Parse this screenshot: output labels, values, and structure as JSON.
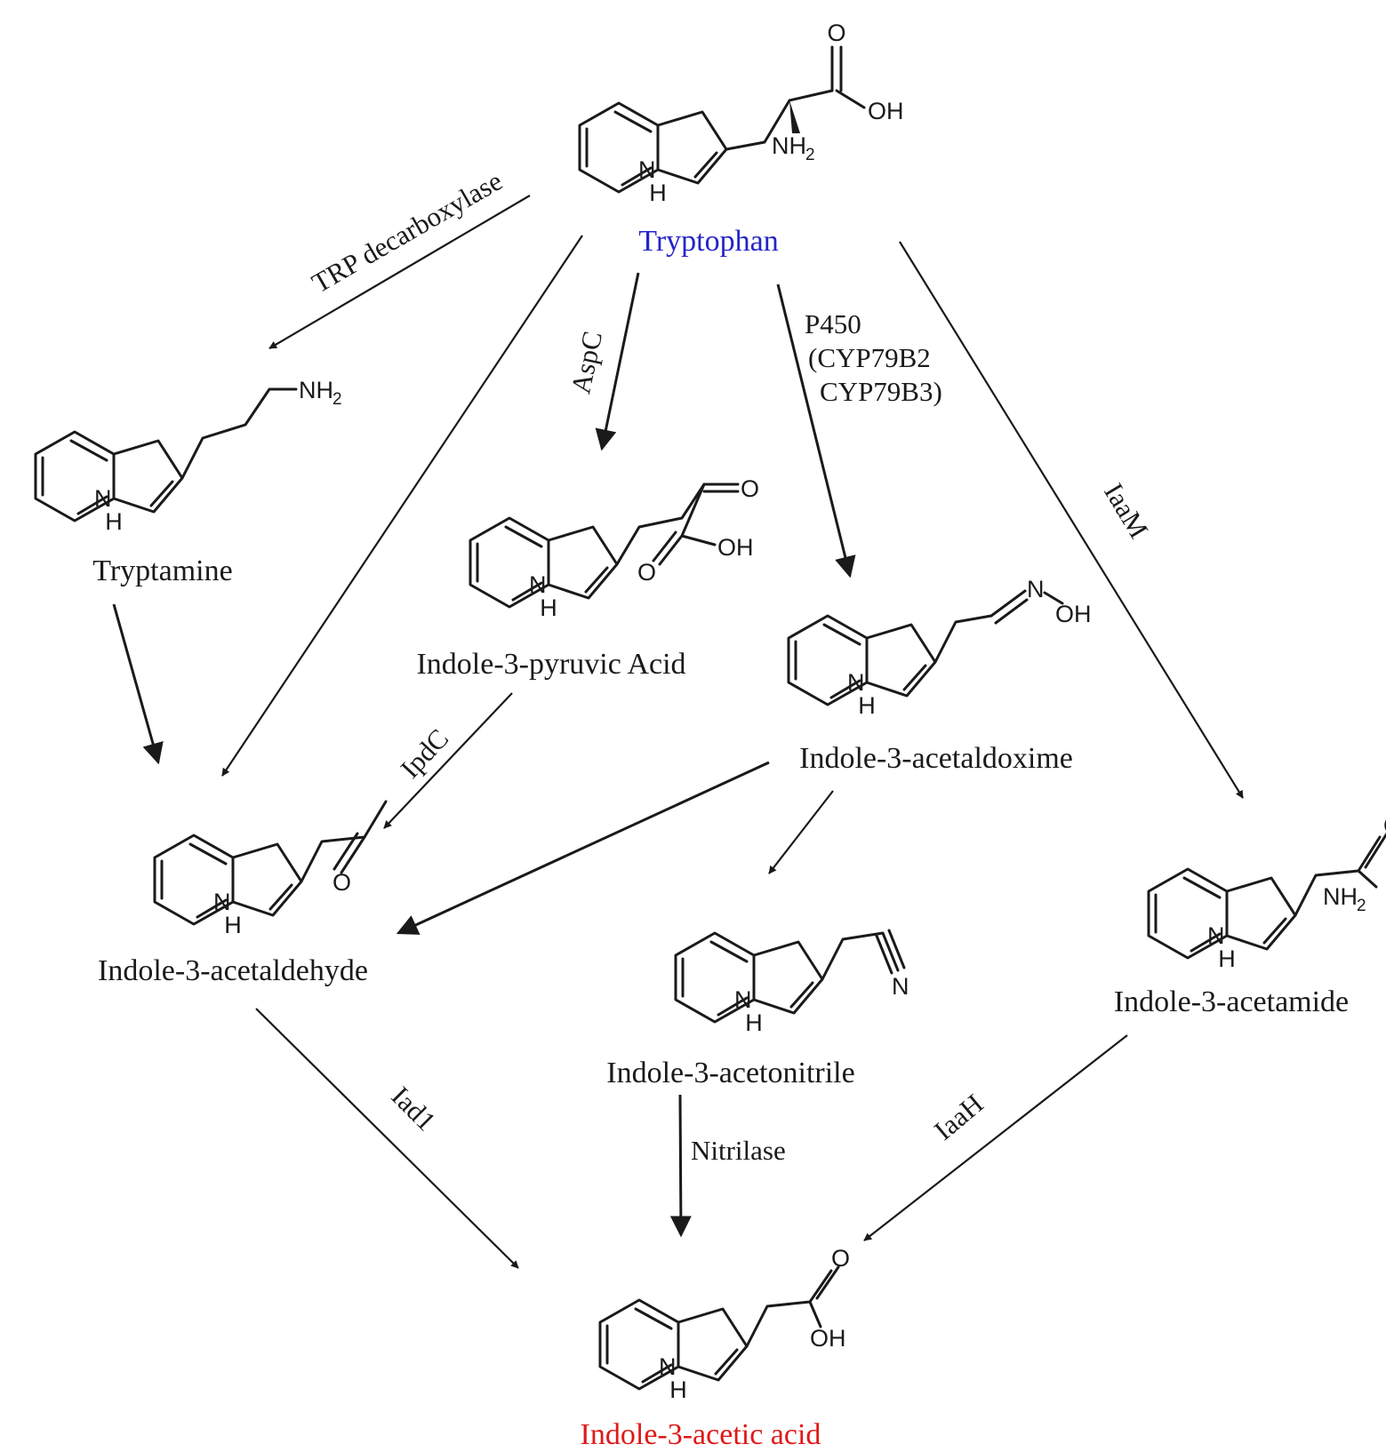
{
  "compounds": {
    "tryptophan": {
      "name": "Tryptophan",
      "color": "#2424c8",
      "atoms": {
        "nh": "H",
        "n": "N",
        "carbonyl_o": "O",
        "oh": "OH",
        "nh2": "NH",
        "nh2_sub": "2"
      }
    },
    "tryptamine": {
      "name": "Tryptamine",
      "atoms": {
        "nh": "H",
        "n": "N",
        "nh2": "NH",
        "nh2_sub": "2"
      }
    },
    "ipa": {
      "name": "Indole-3-pyruvic Acid",
      "atoms": {
        "nh": "H",
        "n": "N",
        "keto_o": "O",
        "acid_o": "O",
        "oh": "OH"
      }
    },
    "iaox": {
      "name": "Indole-3-acetaldoxime",
      "atoms": {
        "nh": "H",
        "n": "N",
        "oxime_n": "N",
        "oh": "OH"
      }
    },
    "iaald": {
      "name": "Indole-3-acetaldehyde",
      "atoms": {
        "nh": "H",
        "n": "N",
        "o": "O"
      }
    },
    "ian": {
      "name": "Indole-3-acetonitrile",
      "atoms": {
        "nh": "H",
        "n": "N",
        "nitrile_n": "N"
      }
    },
    "iam": {
      "name": "Indole-3-acetamide",
      "atoms": {
        "nh": "H",
        "n": "N",
        "o": "O",
        "nh2": "NH",
        "nh2_sub": "2"
      }
    },
    "iaa": {
      "name": "Indole-3-acetic acid",
      "color": "#e01818",
      "atoms": {
        "nh": "H",
        "n": "N",
        "o": "O",
        "oh": "OH"
      }
    }
  },
  "enzymes": {
    "trp_decarboxylase": "TRP decarboxylase",
    "aspc": "AspC",
    "p450_line1": "P450",
    "p450_line2": "(CYP79B2",
    "p450_line3": "CYP79B3)",
    "iaam": "IaaM",
    "ipdc": "IpdC",
    "iad1": "Iad1",
    "nitrilase": "Nitrilase",
    "iaah": "IaaH"
  }
}
